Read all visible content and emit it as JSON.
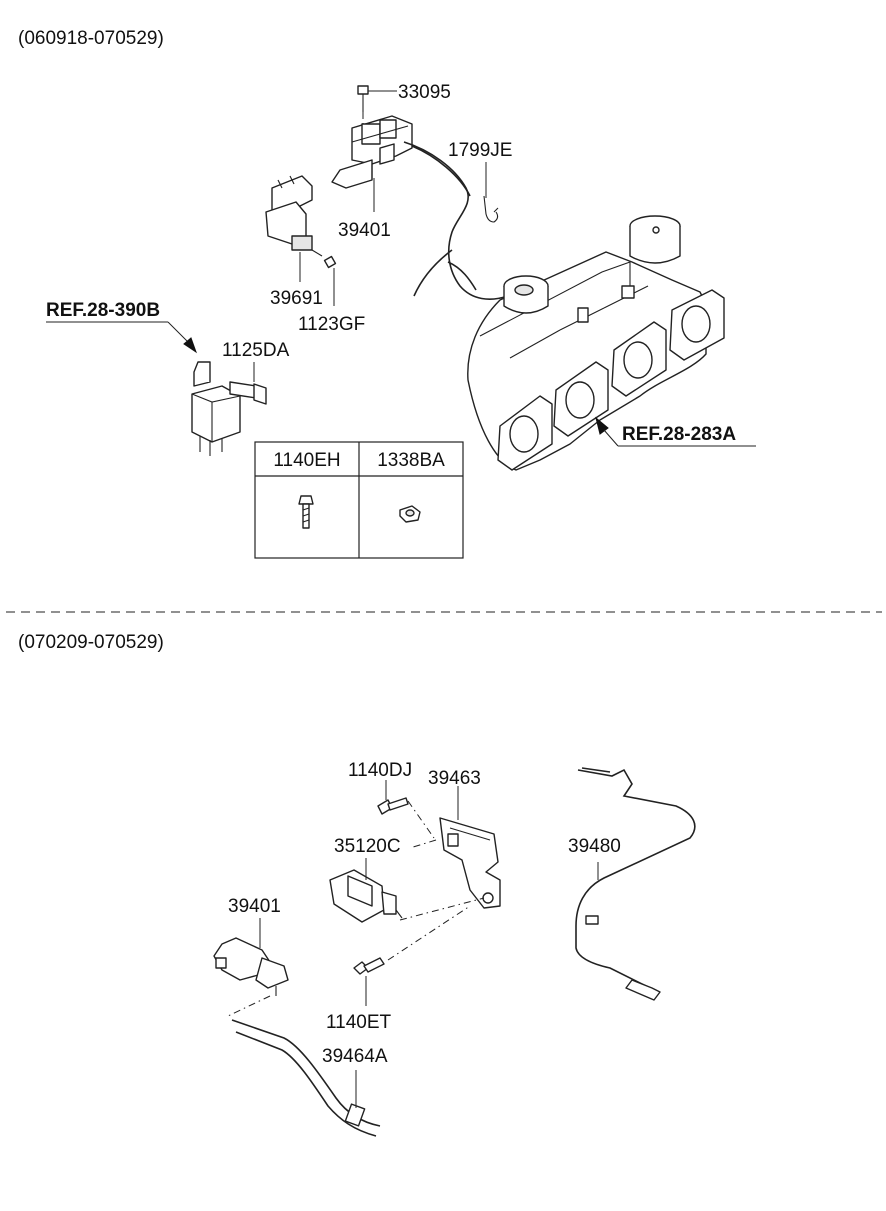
{
  "sections": [
    {
      "range": "(060918-070529)"
    },
    {
      "range": "(070209-070529)"
    }
  ],
  "top_parts": {
    "p33095": "33095",
    "p1799je": "1799JE",
    "p39401": "39401",
    "p39691": "39691",
    "p1123gf": "1123GF",
    "p1125da": "1125DA"
  },
  "refs": {
    "ref_390b": "REF.28-390B",
    "ref_283a": "REF.28-283A"
  },
  "fastener_table": {
    "headers": [
      "1140EH",
      "1338BA"
    ]
  },
  "bottom_parts": {
    "p1140dj": "1140DJ",
    "p39463": "39463",
    "p35120c": "35120C",
    "p39480": "39480",
    "p39401": "39401",
    "p1140et": "1140ET",
    "p39464a": "39464A"
  }
}
